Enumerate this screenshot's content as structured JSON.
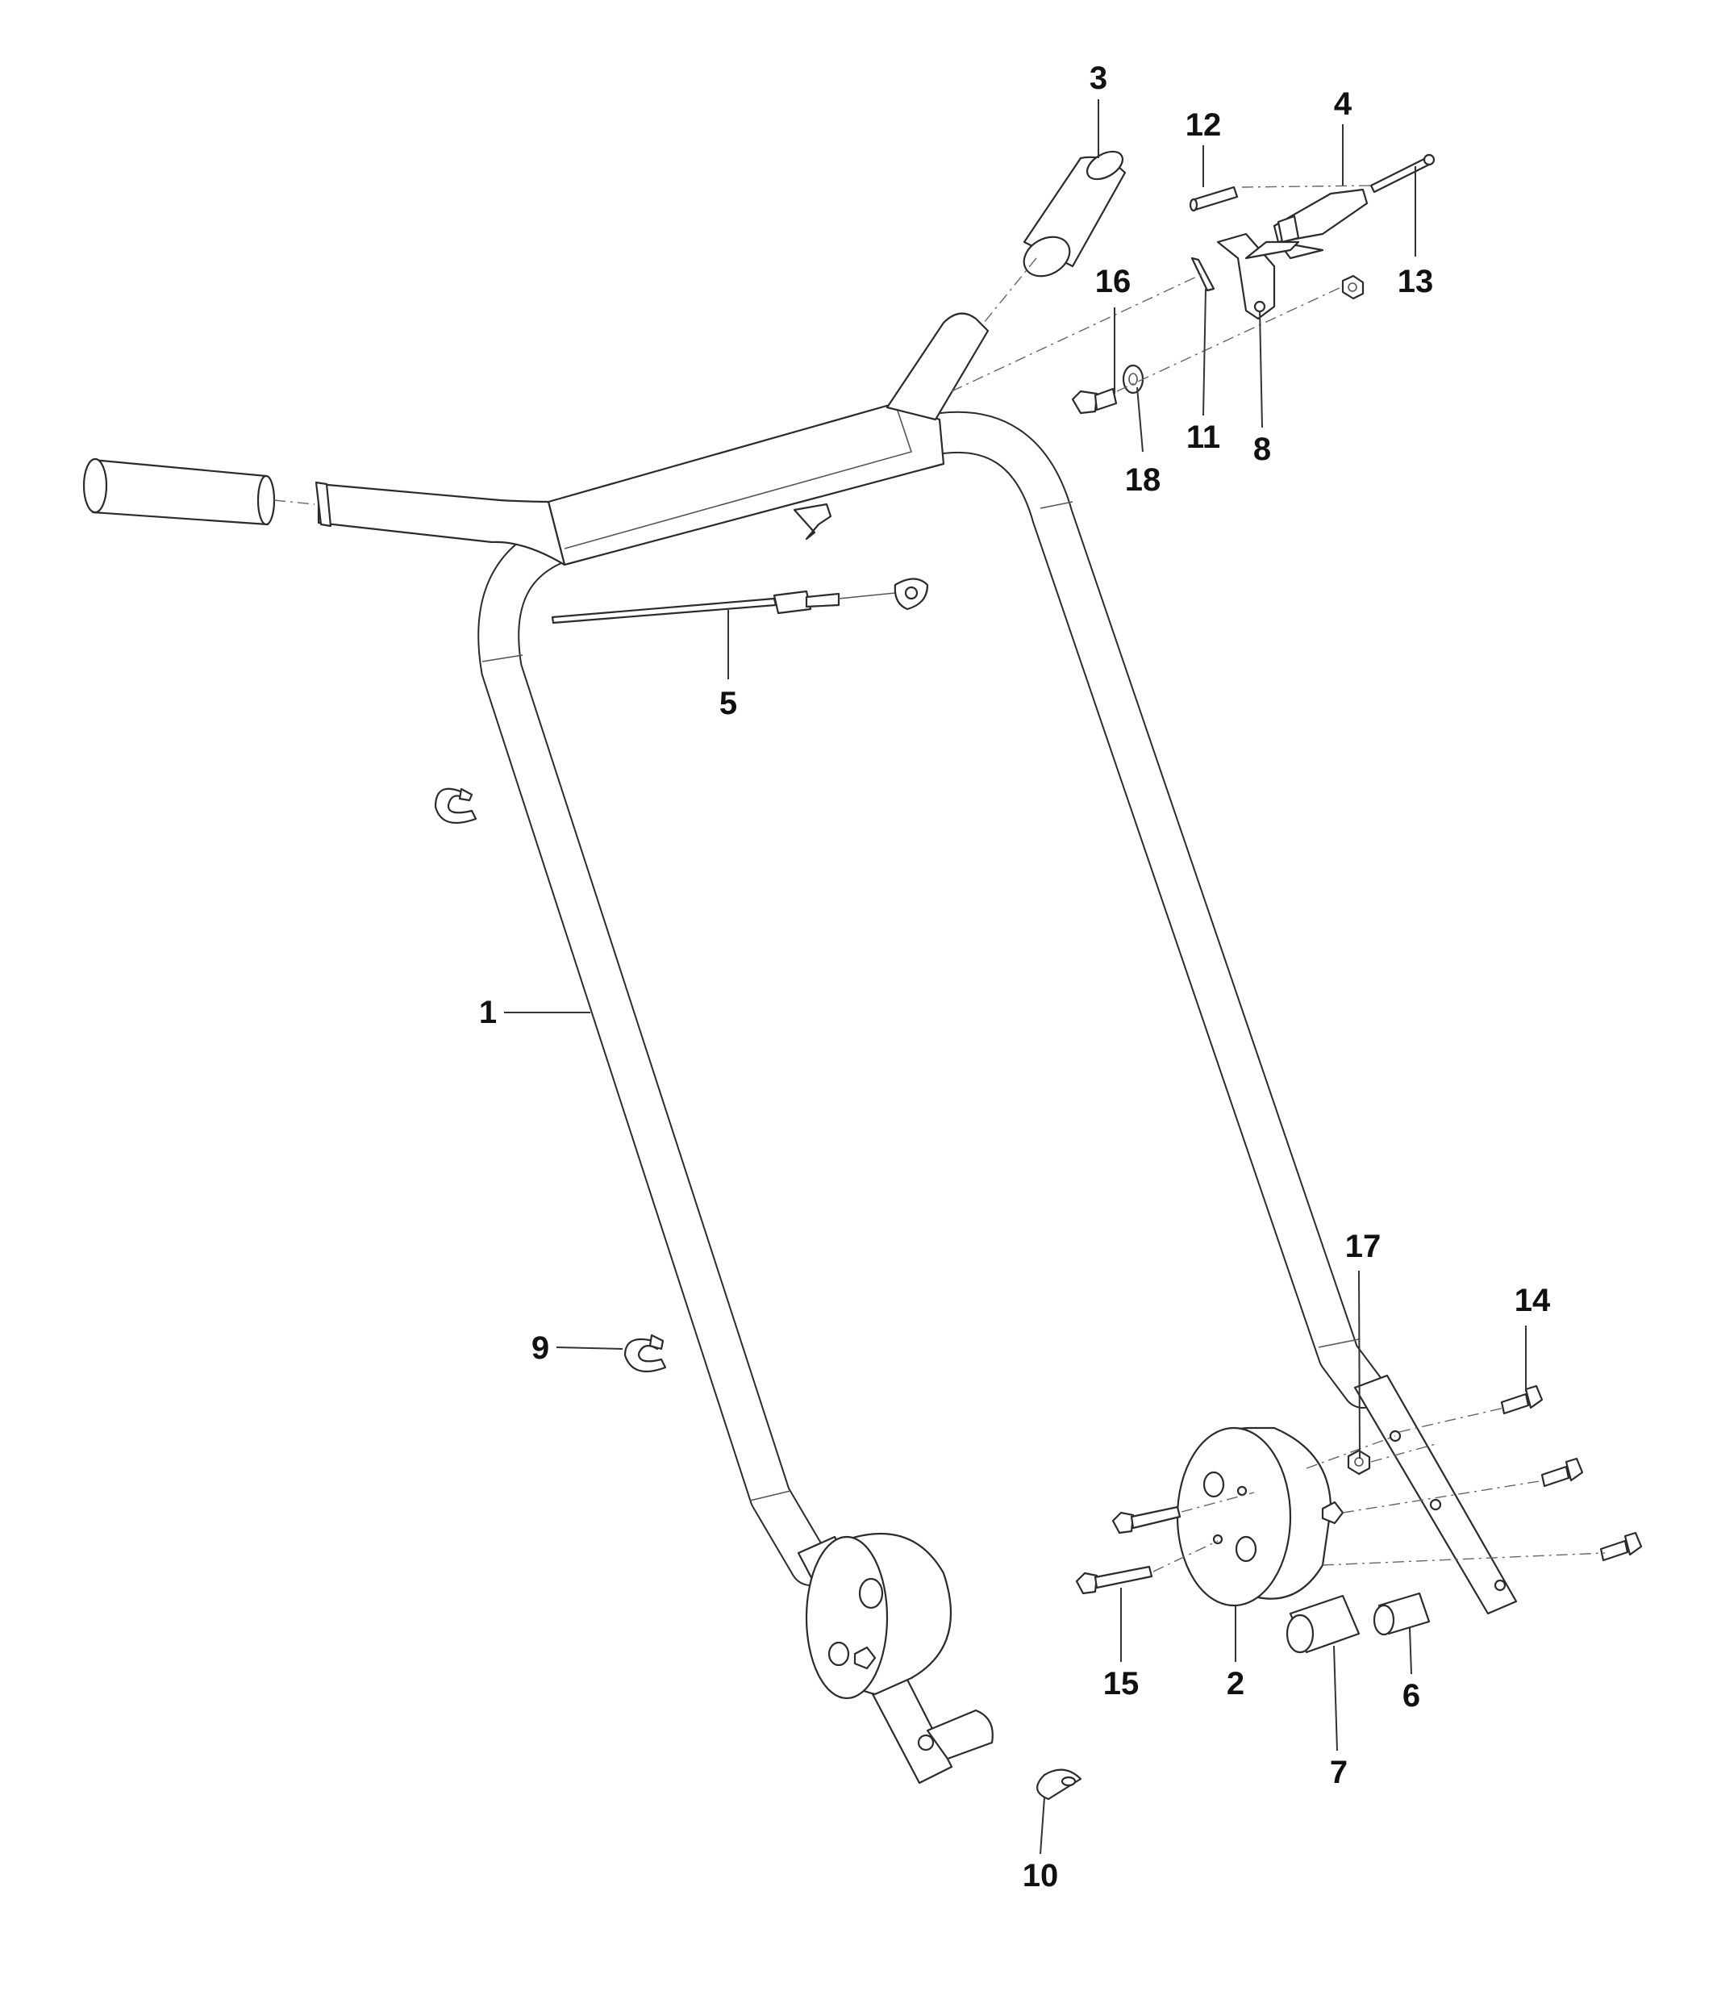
{
  "diagram": {
    "callouts": [
      {
        "id": "1",
        "label": "1"
      },
      {
        "id": "2",
        "label": "2"
      },
      {
        "id": "3",
        "label": "3"
      },
      {
        "id": "4",
        "label": "4"
      },
      {
        "id": "5",
        "label": "5"
      },
      {
        "id": "6",
        "label": "6"
      },
      {
        "id": "7",
        "label": "7"
      },
      {
        "id": "8",
        "label": "8"
      },
      {
        "id": "9",
        "label": "9"
      },
      {
        "id": "10",
        "label": "10"
      },
      {
        "id": "11",
        "label": "11"
      },
      {
        "id": "12",
        "label": "12"
      },
      {
        "id": "13",
        "label": "13"
      },
      {
        "id": "14",
        "label": "14"
      },
      {
        "id": "15",
        "label": "15"
      },
      {
        "id": "16",
        "label": "16"
      },
      {
        "id": "17",
        "label": "17"
      },
      {
        "id": "18",
        "label": "18"
      }
    ]
  }
}
